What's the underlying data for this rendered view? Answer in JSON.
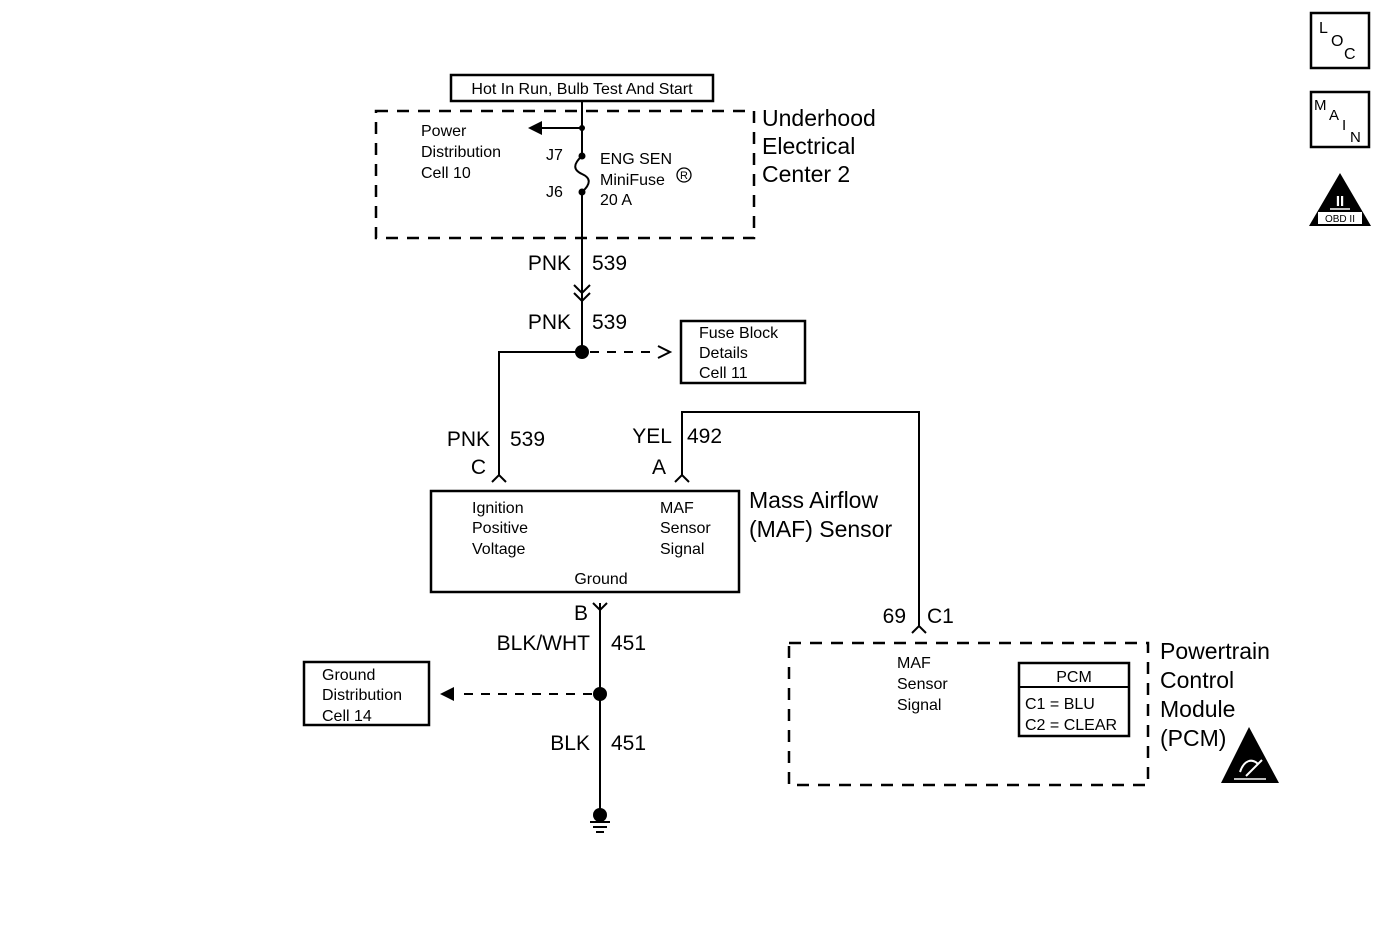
{
  "feed": {
    "label": "Hot In Run, Bulb Test And Start"
  },
  "uec": {
    "title": [
      "Underhood",
      "Electrical",
      "Center 2"
    ],
    "power_ref": [
      "Power",
      "Distribution",
      "Cell 10"
    ],
    "j7": "J7",
    "j6": "J6",
    "fuse": [
      "ENG SEN",
      "MiniFuse",
      "20 A"
    ],
    "fuse_mark": "R"
  },
  "wires": {
    "pnk_539_upper": {
      "color": "PNK",
      "circuit": "539"
    },
    "pnk_539_lower": {
      "color": "PNK",
      "circuit": "539"
    },
    "pnk_539_branch": {
      "color": "PNK",
      "circuit": "539"
    },
    "yel_492": {
      "color": "YEL",
      "circuit": "492"
    },
    "blk_wht_451": {
      "color": "BLK/WHT",
      "circuit": "451"
    },
    "blk_451": {
      "color": "BLK",
      "circuit": "451"
    }
  },
  "fuse_block_ref": [
    "Fuse Block",
    "Details",
    "Cell 11"
  ],
  "maf": {
    "title": [
      "Mass Airflow",
      "(MAF) Sensor"
    ],
    "pin_c": "C",
    "pin_a": "A",
    "pin_b": "B",
    "ignition": [
      "Ignition",
      "Positive",
      "Voltage"
    ],
    "signal": [
      "MAF",
      "Sensor",
      "Signal"
    ],
    "ground": "Ground"
  },
  "ground_ref": [
    "Ground",
    "Distribution",
    "Cell 14"
  ],
  "pcm": {
    "pin_num": "69",
    "connector": "C1",
    "title": [
      "Powertrain",
      "Control",
      "Module",
      "(PCM)"
    ],
    "signal": [
      "MAF",
      "Sensor",
      "Signal"
    ],
    "legend_title": "PCM",
    "legend_rows": [
      "C1 = BLU",
      "C2 = CLEAR"
    ]
  },
  "side_icons": {
    "loc": [
      "L",
      "O",
      "C"
    ],
    "main": [
      "M",
      "A",
      "I",
      "N"
    ],
    "obd": [
      "II",
      "OBD II"
    ]
  }
}
